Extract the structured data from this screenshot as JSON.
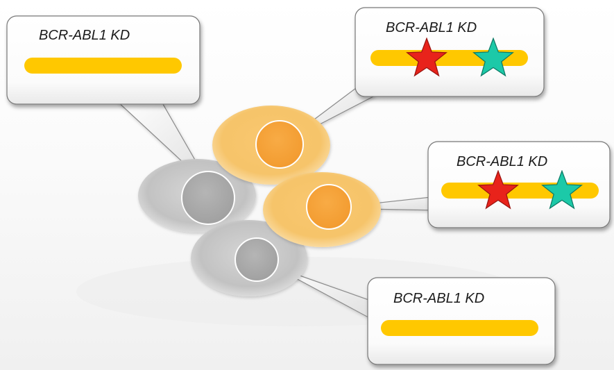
{
  "callouts": [
    {
      "label": "BCR-ABL1 KD",
      "mutations": []
    },
    {
      "label": "BCR-ABL1 KD",
      "mutations": [
        {
          "icon": "red-star-icon",
          "color": "#e8231b"
        },
        {
          "icon": "teal-star-icon",
          "color": "#1cc9a8"
        }
      ]
    },
    {
      "label": "BCR-ABL1 KD",
      "mutations": [
        {
          "icon": "red-star-icon",
          "color": "#e8231b"
        },
        {
          "icon": "teal-star-icon",
          "color": "#1cc9a8"
        }
      ]
    },
    {
      "label": "BCR-ABL1 KD",
      "mutations": []
    }
  ],
  "cells": [
    {
      "type": "wild-type",
      "color": "#bdbdbd"
    },
    {
      "type": "mutant",
      "color": "#f7c46a"
    },
    {
      "type": "mutant",
      "color": "#f7c46a"
    },
    {
      "type": "wild-type",
      "color": "#bdbdbd"
    }
  ],
  "colors": {
    "gene_bar": "#ffc800",
    "mutant_nucleus": "#f4a640",
    "wildtype_nucleus": "#a9a9a9"
  }
}
